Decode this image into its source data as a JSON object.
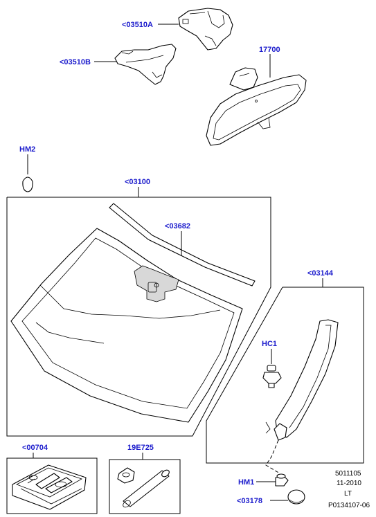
{
  "labels": {
    "bracket_a": "<03510A",
    "bracket_b": "<03510B",
    "mirror": "17700",
    "hm2": "HM2",
    "windscreen": "<03100",
    "strip": "<03682",
    "pillar": "<03144",
    "hc1": "HC1",
    "kit": "<00704",
    "tube": "19E725",
    "hm1": "HM1",
    "plug": "<03178"
  },
  "meta": {
    "line1": "5011105",
    "line2": "11-2010",
    "line3": "LT",
    "line4": "P0134107-06"
  },
  "colors": {
    "label": "#1a1acc",
    "line": "#000000"
  }
}
